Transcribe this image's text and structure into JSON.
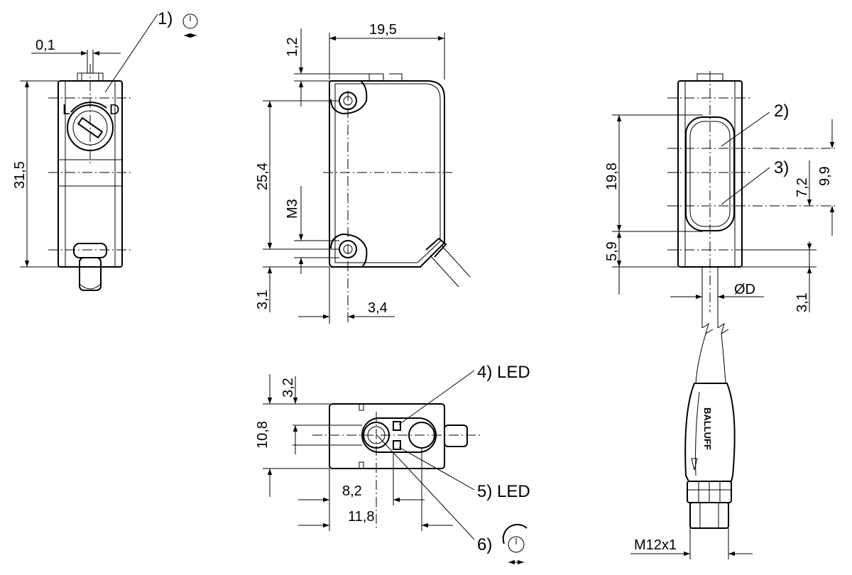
{
  "dimensions": {
    "d_0_1": "0,1",
    "d_31_5": "31,5",
    "d_1_2": "1,2",
    "d_19_5": "19,5",
    "d_25_4": "25,4",
    "d_m3": "M3",
    "d_3_1_side": "3,1",
    "d_3_4": "3,4",
    "d_19_8": "19,8",
    "d_7_2": "7,2",
    "d_9_9": "9,9",
    "d_5_9": "5,9",
    "d_3_1_front": "3,1",
    "d_phi_d": "ØD",
    "d_3_2": "3,2",
    "d_10_8": "10,8",
    "d_8_2": "8,2",
    "d_11_8": "11,8",
    "d_m12": "M12x1"
  },
  "callouts": {
    "c1": "1)",
    "c2": "2)",
    "c3": "3)",
    "c4": "4) LED",
    "c5": "5) LED",
    "c6": "6)"
  },
  "marks": {
    "pot_l": "L",
    "pot_d": "D",
    "brand": "BALLUFF"
  }
}
